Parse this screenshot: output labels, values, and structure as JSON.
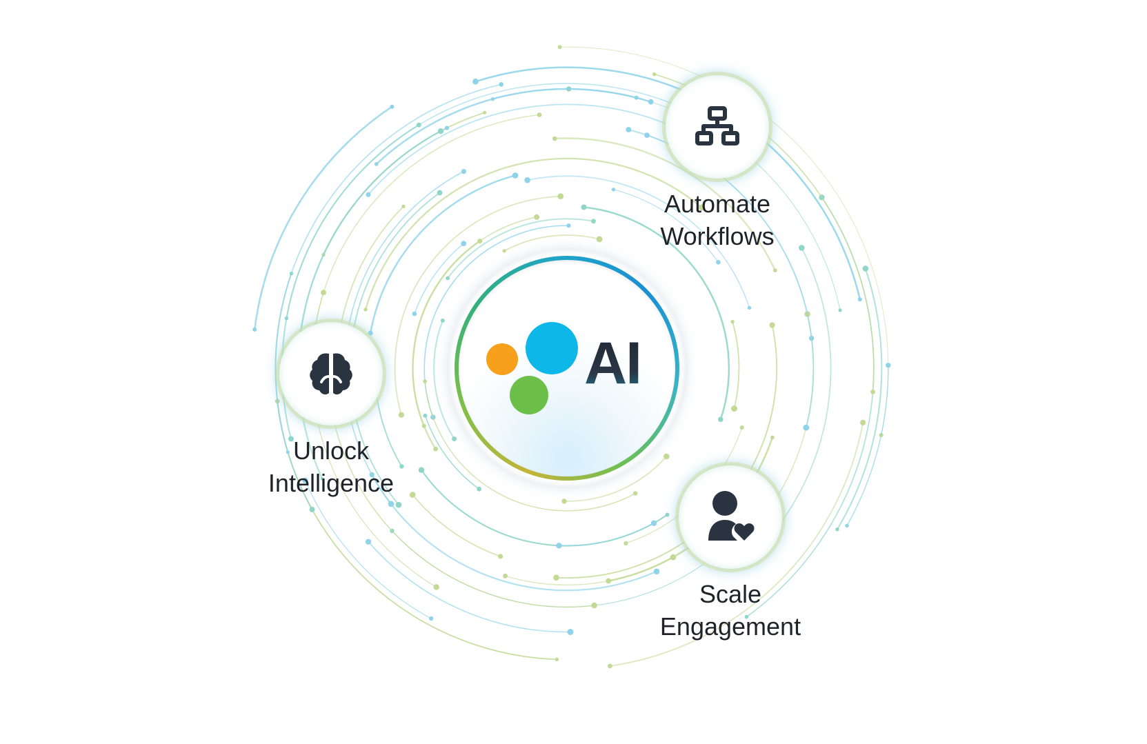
{
  "center": {
    "logo_text": "AI",
    "colors": {
      "dot_orange": "#f6a01b",
      "dot_blue": "#0db8e8",
      "dot_green": "#6cc04a",
      "text": "#1f2933"
    }
  },
  "nodes": [
    {
      "id": "automate",
      "icon": "sitemap-icon",
      "label_line1": "Automate",
      "label_line2": "Workflows"
    },
    {
      "id": "unlock",
      "icon": "brain-icon",
      "label_line1": "Unlock",
      "label_line2": "Intelligence"
    },
    {
      "id": "scale",
      "icon": "user-heart-icon",
      "label_line1": "Scale",
      "label_line2": "Engagement"
    }
  ],
  "colors": {
    "arc_blue": "#8fd3ea",
    "arc_green": "#c2da96",
    "arc_teal": "#8fd6c8",
    "icon": "#2a3340",
    "label": "#1f2329"
  }
}
